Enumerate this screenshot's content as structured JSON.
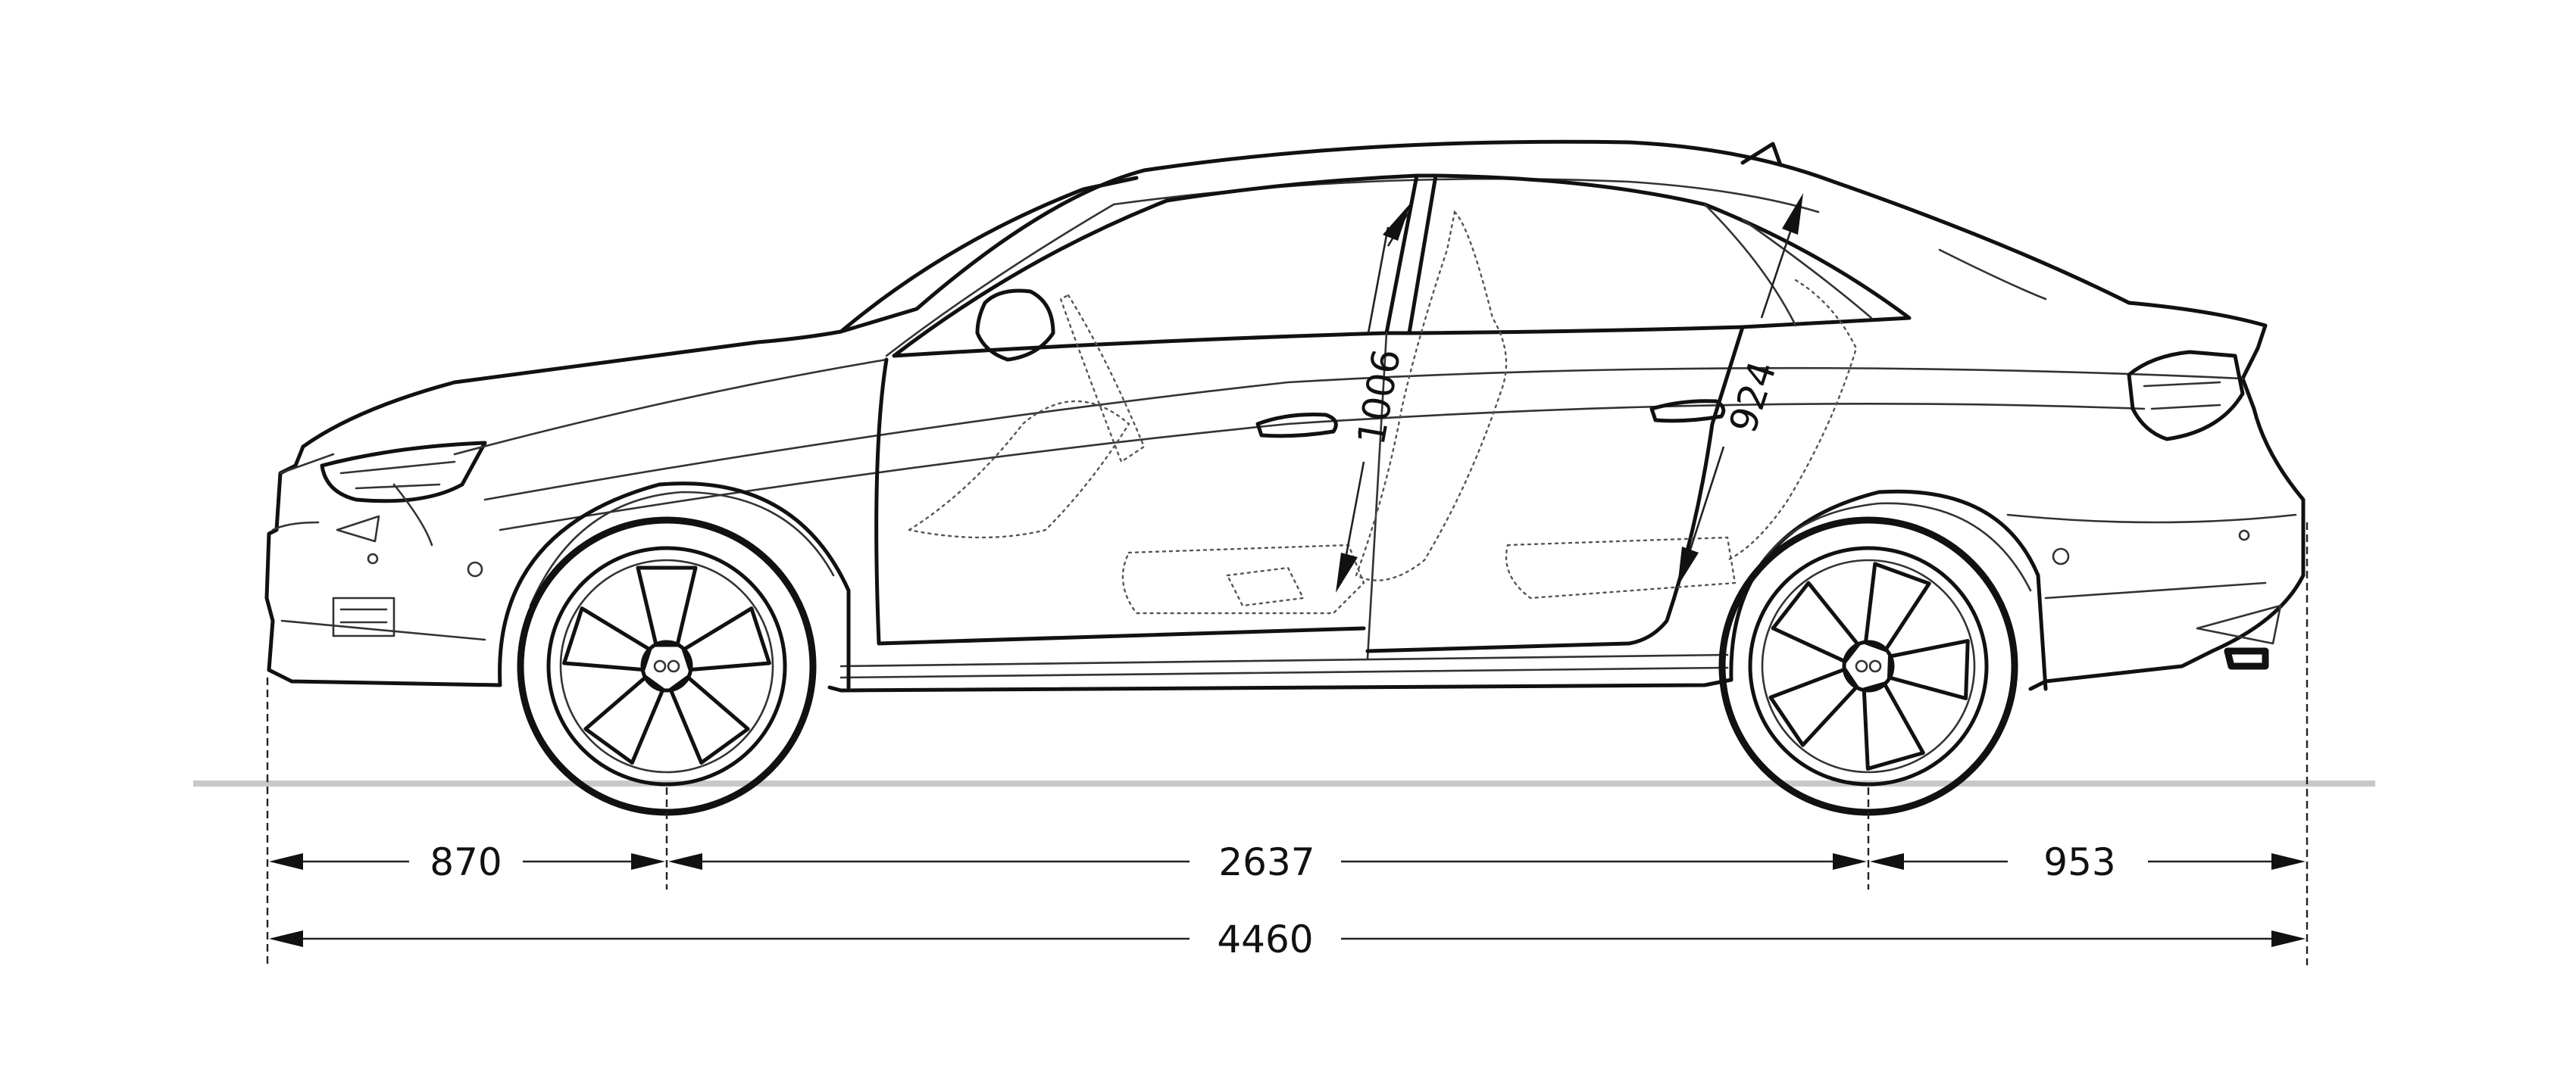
{
  "diagram": {
    "subject": "sedan side view dimension drawing",
    "dimensions": {
      "front_overhang": "870",
      "wheelbase": "2637",
      "rear_overhang": "953",
      "overall_length": "4460",
      "front_headroom": "1006",
      "rear_headroom": "924"
    },
    "colors": {
      "line": "#111111",
      "ground": "#c8c8c8",
      "background": "#ffffff"
    }
  }
}
